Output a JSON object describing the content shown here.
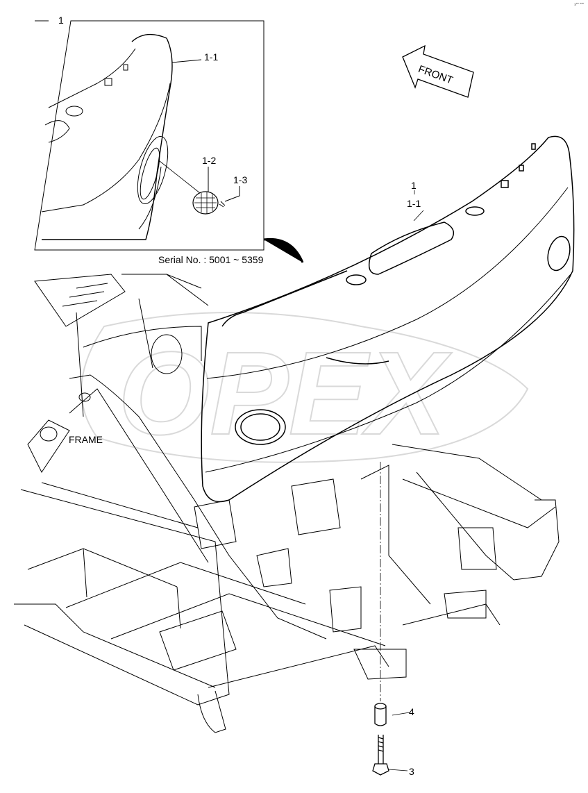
{
  "labels": {
    "inset_ref": "1",
    "inset_part_1_1": "1-1",
    "inset_part_1_2": "1-2",
    "inset_part_1_3": "1-3",
    "serial": "Serial No. : 5001 ~ 5359",
    "front": "FRONT",
    "main_ref": "1",
    "main_part_1_1": "1-1",
    "frame": "FRAME",
    "part_4": "4",
    "part_3": "3"
  },
  "watermark": "OPEX",
  "page_code": "s** ***",
  "colors": {
    "line": "#000000",
    "background": "#ffffff",
    "watermark": "#d8d8d8"
  }
}
